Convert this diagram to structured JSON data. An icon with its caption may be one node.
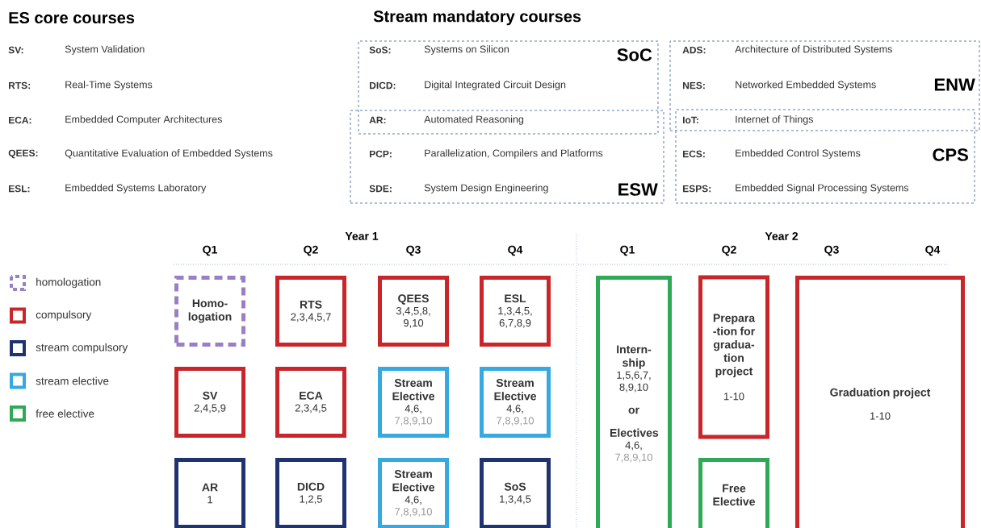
{
  "diagram": {
    "nodes": [
      {
        "text": [
          "SoC"
        ]
      },
      {
        "text": [
          "ENW"
        ]
      },
      {
        "text": [
          "ESW"
        ]
      },
      {
        "text": [
          "CPS"
        ]
      },
      {
        "text": [
          "Homo- logation"
        ]
      },
      {
        "text": [
          "RTS",
          "2,3,4,5,7"
        ]
      },
      {
        "text": [
          "QEES",
          "3,4,5,8, 9,10"
        ]
      },
      {
        "text": [
          "ESL",
          "1,3,4,5, 6,7,8,9"
        ]
      },
      {
        "text": [
          "SV",
          "2,4,5,9"
        ]
      },
      {
        "text": [
          "ECA",
          "2,3,4,5"
        ]
      },
      {
        "text": [
          "Stream Elective",
          "4,6,",
          "7,8,9,10"
        ]
      },
      {
        "text": [
          "Stream Elective",
          "4,6,",
          "7,8,9,10"
        ]
      },
      {
        "text": [
          "AR",
          "1"
        ]
      },
      {
        "text": [
          "DICD",
          "1,2,5"
        ]
      },
      {
        "text": [
          "Stream Elective",
          "4,6,",
          "7,8,9,10"
        ]
      },
      {
        "text": [
          "SoS",
          "1,3,4,5"
        ]
      },
      {
        "text": [
          "Intern- ship",
          "1,5,6,7, 8,9,10",
          "or",
          "Electives",
          "4,6,",
          "7,8,9,10"
        ]
      },
      {
        "text": [
          "Prepara -tion for gradua- tion project",
          "1-10"
        ]
      },
      {
        "text": [
          "Free Elective"
        ]
      },
      {
        "text": [
          "Graduation project",
          "1-10"
        ]
      }
    ],
    "labels": [
      "ES core courses",
      "Stream mandatory courses",
      "SV:",
      "System Validation",
      "RTS:",
      "Real-Time Systems",
      "ECA:",
      "Embedded Computer Architectures",
      "QEES:",
      "Quantitative Evaluation of Embedded Systems",
      "ESL:",
      "Embedded Systems Laboratory",
      "SoS:",
      "Systems on Silicon",
      "ADS:",
      "Architecture of Distributed Systems",
      "DICD:",
      "Digital Integrated Circuit Design",
      "NES:",
      "Networked Embedded Systems",
      "AR:",
      "Automated Reasoning",
      "IoT:",
      "Internet of Things",
      "PCP:",
      "Parallelization, Compilers and Platforms",
      "ECS:",
      "Embedded Control Systems",
      "SDE:",
      "System Design Engineering",
      "ESPS:",
      "Embedded Signal Processing Systems",
      "Year 1",
      "Year 2",
      "Q1",
      "Q2",
      "Q3",
      "Q4",
      "Q1",
      "Q2",
      "Q3",
      "Q4"
    ],
    "legend": [
      {
        "text": "homologation",
        "color": "#9b7fc4"
      },
      {
        "text": "compulsory",
        "color": "#c8262a"
      },
      {
        "text": "stream compulsory",
        "color": "#1f3370"
      },
      {
        "text": "stream elective",
        "color": "#36a9e1"
      },
      {
        "text": "free elective",
        "color": "#2eaa57"
      }
    ]
  }
}
